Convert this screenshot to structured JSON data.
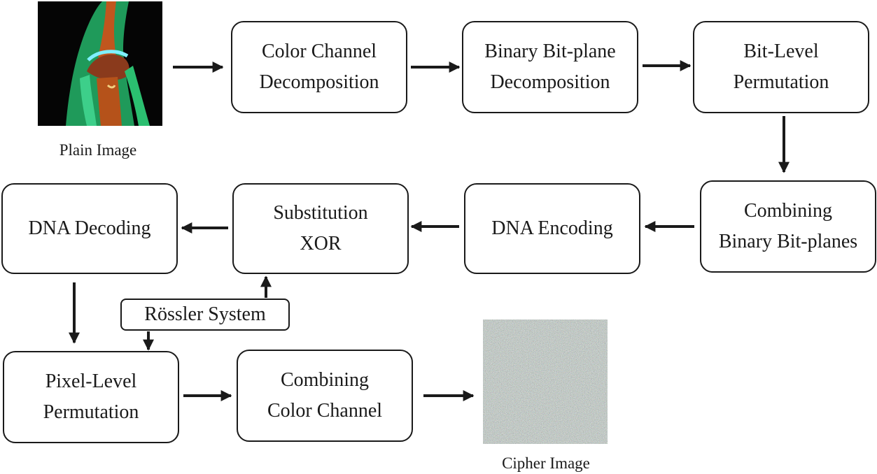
{
  "images": {
    "plain": {
      "caption": "Plain Image"
    },
    "cipher": {
      "caption": "Cipher Image"
    }
  },
  "boxes": {
    "color_channel_decomposition": {
      "line1": "Color Channel",
      "line2": "Decomposition"
    },
    "binary_bitplane_decomposition": {
      "line1": "Binary Bit-plane",
      "line2": "Decomposition"
    },
    "bit_level_permutation": {
      "line1": "Bit-Level",
      "line2": "Permutation"
    },
    "combining_binary_bitplanes": {
      "line1": "Combining",
      "line2": "Binary Bit-planes"
    },
    "dna_encoding": {
      "line1": "DNA Encoding"
    },
    "substitution_xor": {
      "line1": "Substitution",
      "line2": "XOR"
    },
    "dna_decoding": {
      "line1": "DNA Decoding"
    },
    "pixel_level_permutation": {
      "line1": "Pixel-Level",
      "line2": "Permutation"
    },
    "combining_color_channel": {
      "line1": "Combining",
      "line2": "Color Channel"
    }
  },
  "rossler": {
    "label": "Rössler System"
  }
}
